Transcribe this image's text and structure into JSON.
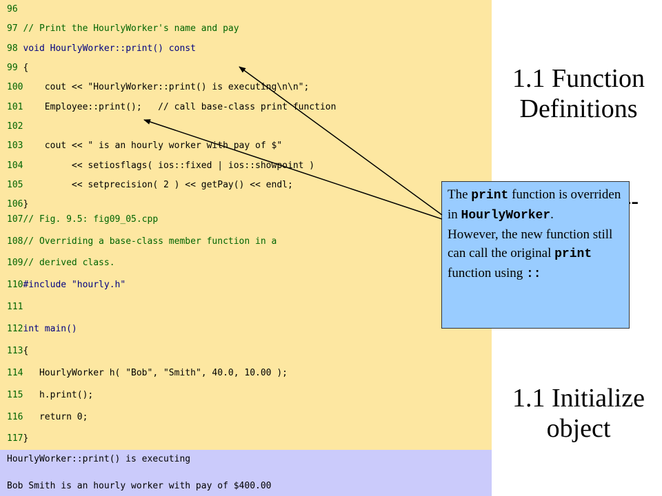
{
  "code_lines": [
    {
      "num": "96",
      "text": ""
    },
    {
      "num": "97",
      "text": "// Print the HourlyWorker's name and pay"
    },
    {
      "num": "98",
      "text": "void HourlyWorker::print() const"
    },
    {
      "num": "99",
      "text": "{"
    },
    {
      "num": "100",
      "text": "   cout << \"HourlyWorker::print() is executing\\n\\n\";"
    },
    {
      "num": "101",
      "text": "   Employee::print();   // call base-class print function"
    },
    {
      "num": "102",
      "text": ""
    },
    {
      "num": "103",
      "text": "   cout << \" is an hourly worker with pay of $\""
    },
    {
      "num": "104",
      "text": "        << setiosflags( ios::fixed | ios::showpoint )"
    },
    {
      "num": "105",
      "text": "        << setprecision( 2 ) << getPay() << endl;"
    },
    {
      "num": "106",
      "text": "}"
    },
    {
      "num": "107",
      "text": "// Fig. 9.5: fig09_05.cpp"
    },
    {
      "num": "108",
      "text": "// Overriding a base-class member function in a"
    },
    {
      "num": "109",
      "text": "// derived class."
    },
    {
      "num": "110",
      "text": "#include \"hourly.h\""
    },
    {
      "num": "111",
      "text": ""
    },
    {
      "num": "112",
      "text": "int main()"
    },
    {
      "num": "113",
      "text": "{"
    },
    {
      "num": "114",
      "text": "   HourlyWorker h( \"Bob\", \"Smith\", 40.0, 10.00 );"
    },
    {
      "num": "115",
      "text": "   h.print();"
    },
    {
      "num": "116",
      "text": "   return 0;"
    },
    {
      "num": "117",
      "text": "}"
    }
  ],
  "output_lines": [
    "HourlyWorker::print() is executing",
    "Bob Smith is an hourly worker with pay of $400.00"
  ],
  "headings": {
    "function_definitions": {
      "line1": "1.1 Function",
      "line2": "Definitions"
    },
    "dashes": "---",
    "initialize_object": {
      "line1": "1.1 Initialize",
      "line2": "object"
    }
  },
  "callout": {
    "t1": "The ",
    "c1": "print",
    "t2": " function is overriden in ",
    "c2": "HourlyWorker",
    "t3": ".",
    "t4": "However, the new function still can call the original ",
    "c3": "print",
    "t5": " function using ",
    "c4": "::"
  },
  "colors": {
    "code_background": "#fde7a1",
    "output_background": "#cbcbfb",
    "callout_background": "#99ccff",
    "comment_color": "#006400"
  }
}
